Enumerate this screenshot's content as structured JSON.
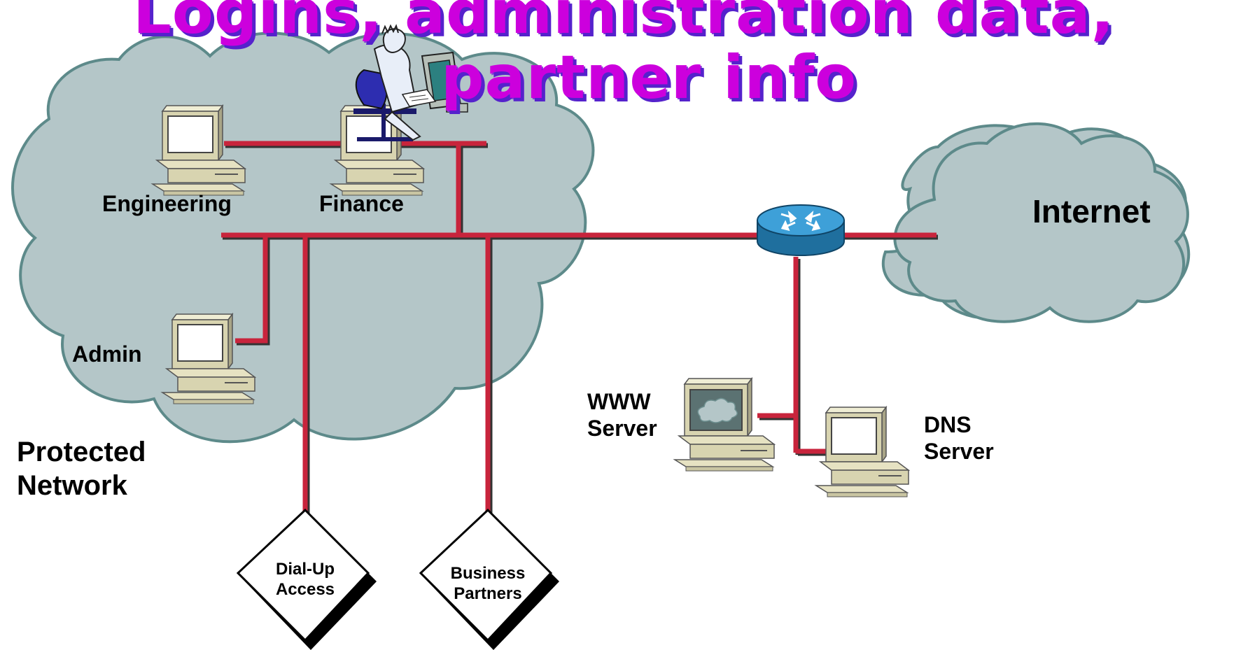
{
  "title": {
    "line1": "Logins, administration data,",
    "line2": "partner info"
  },
  "nodes": {
    "engineering": "Engineering",
    "finance": "Finance",
    "admin": "Admin",
    "internet": "Internet",
    "protected_network": "Protected\nNetwork",
    "www_server": "WWW\nServer",
    "dns_server": "DNS\nServer",
    "dial_up": "Dial-Up\nAccess",
    "business_partners": "Business\nPartners"
  },
  "colors": {
    "cloud_fill": "#b4c6c8",
    "cloud_stroke": "#5d8a8a",
    "link": "#c8243c",
    "computer": "#d8d4b0",
    "router": "#2b8bbf",
    "title": "#cc00dd"
  }
}
